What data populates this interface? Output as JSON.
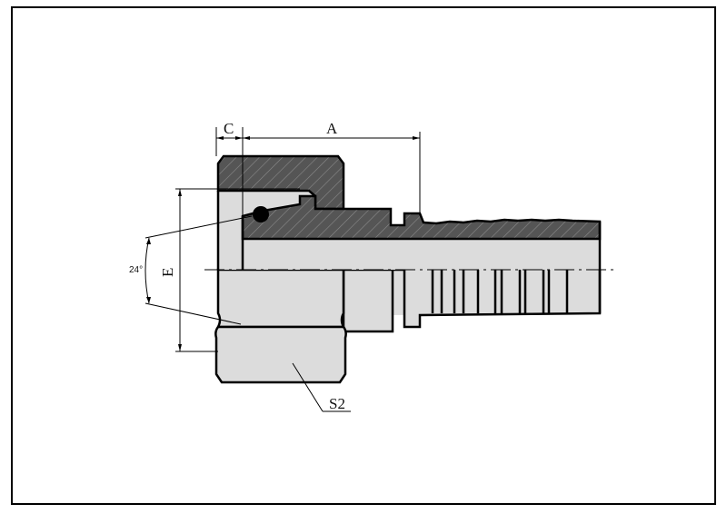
{
  "drawing": {
    "labels": {
      "c": "C",
      "a": "A",
      "e": "E",
      "angle": "24°",
      "s2": "S2"
    },
    "colors": {
      "section_fill": "#5a5a5a",
      "body_fill": "#dcdcdc",
      "line": "#000000"
    }
  }
}
